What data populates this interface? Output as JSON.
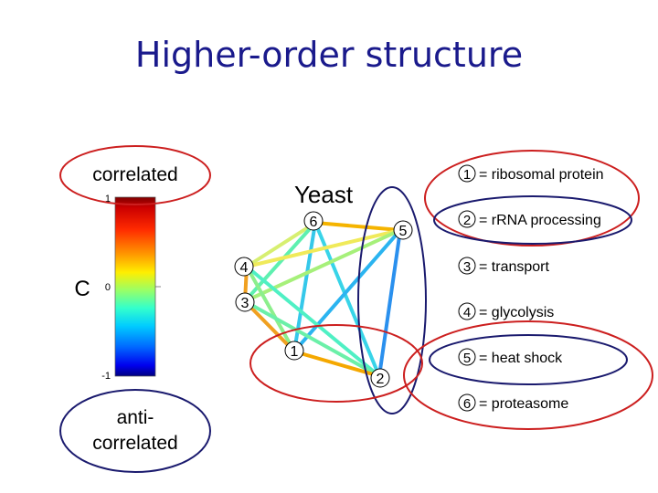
{
  "title": "Higher-order structure",
  "colorbar": {
    "variable": "C",
    "tick_top": "1",
    "tick_mid": "0",
    "tick_bottom": "-1",
    "label_top": "correlated",
    "label_bottom_line1": "anti-",
    "label_bottom_line2": "correlated"
  },
  "network": {
    "title": "Yeast",
    "nodes": [
      {
        "id": "6",
        "label": "6"
      },
      {
        "id": "5",
        "label": "5"
      },
      {
        "id": "4",
        "label": "4"
      },
      {
        "id": "3",
        "label": "3"
      },
      {
        "id": "1",
        "label": "1"
      },
      {
        "id": "2",
        "label": "2"
      }
    ]
  },
  "legend": [
    {
      "num": "1",
      "text": "= ribosomal protein"
    },
    {
      "num": "2",
      "text": "= rRNA processing"
    },
    {
      "num": "3",
      "text": "= transport"
    },
    {
      "num": "4",
      "text": "= glycolysis"
    },
    {
      "num": "5",
      "text": "= heat shock"
    },
    {
      "num": "6",
      "text": "= proteasome"
    }
  ],
  "colors": {
    "title": "#1a1a8c",
    "red_outline": "#cc1f1f",
    "blue_outline": "#1a1a6e"
  }
}
